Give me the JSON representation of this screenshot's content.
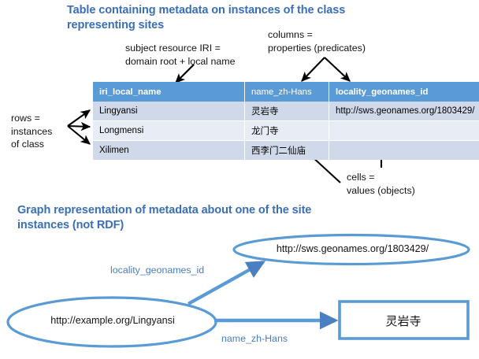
{
  "page": {
    "colors": {
      "heading_blue": "#3A6FB5",
      "table_header_blue": "#5B9BD5",
      "row_odd": "#D0D9E9",
      "row_even": "#E8ECF5",
      "edge_blue": "#4A7FC1",
      "shape_outline": "#5B9BD5",
      "arrow_black": "#000000",
      "text_black": "#131313"
    }
  },
  "table_section": {
    "title": "Table containing metadata on instances of the class representing sites",
    "annotations": {
      "subject": "subject resource IRI =\ndomain root + local name",
      "columns": "columns =\nproperties (predicates)",
      "rows": "rows =\ninstances\nof class",
      "cells": "cells =\nvalues (objects)"
    },
    "table": {
      "columns": [
        "iri_local_name",
        "name_zh-Hans",
        "locality_geonames_id"
      ],
      "rows": [
        [
          "Lingyansi",
          "灵岩寺",
          "http://sws.geonames.org/1803429/"
        ],
        [
          "Longmensi",
          "龙门寺",
          ""
        ],
        [
          "Xilimen",
          "西李门二仙庙",
          ""
        ]
      ]
    }
  },
  "graph_section": {
    "title": "Graph representation of metadata about one of the site instances (not RDF)",
    "nodes": [
      {
        "id": "subject",
        "shape": "ellipse",
        "label": "http://example.org/Lingyansi"
      },
      {
        "id": "geonames",
        "shape": "ellipse",
        "label": "http://sws.geonames.org/1803429/"
      },
      {
        "id": "literal",
        "shape": "rectangle",
        "label": "灵岩寺"
      }
    ],
    "edges": [
      {
        "from": "subject",
        "to": "geonames",
        "label": "locality_geonames_id"
      },
      {
        "from": "subject",
        "to": "literal",
        "label": "name_zh-Hans"
      }
    ]
  }
}
